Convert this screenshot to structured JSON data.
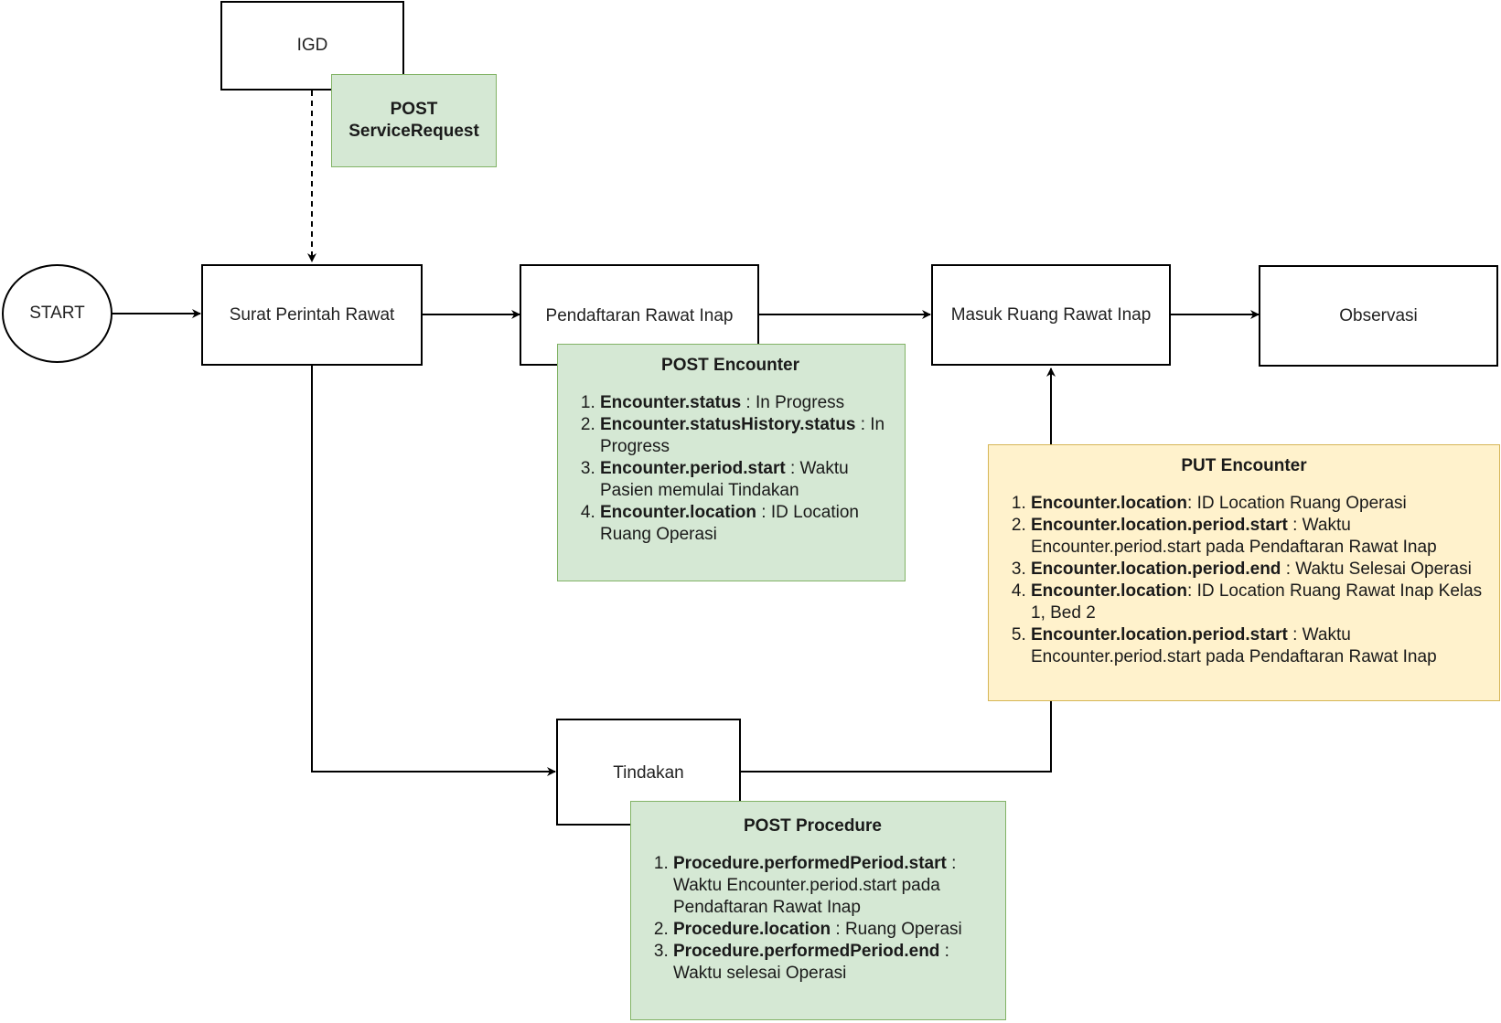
{
  "nodes": {
    "igd": "IGD",
    "start": "START",
    "surat": "Surat Perintah Rawat",
    "pendaftaran": "Pendaftaran Rawat Inap",
    "masuk": "Masuk Ruang Rawat Inap",
    "observasi": "Observasi",
    "tindakan": "Tindakan"
  },
  "notes": {
    "service_request": {
      "title_line1": "POST",
      "title_line2": "ServiceRequest"
    },
    "post_encounter": {
      "title": "POST Encounter",
      "items": [
        {
          "field": "Encounter.status",
          "text": " : In Progress"
        },
        {
          "field": "Encounter.statusHistory.status",
          "text": " : In Progress"
        },
        {
          "field": "Encounter.period.start",
          "text": " : Waktu Pasien memulai Tindakan"
        },
        {
          "field": "Encounter.location",
          "text": " : ID Location Ruang Operasi"
        }
      ]
    },
    "put_encounter": {
      "title": "PUT Encounter",
      "items": [
        {
          "field": "Encounter.location",
          "text": ": ID Location Ruang Operasi"
        },
        {
          "field": "Encounter.location.period.start",
          "text": " : Waktu Encounter.period.start pada Pendaftaran Rawat Inap"
        },
        {
          "field": "Encounter.location.period.end",
          "text": " : Waktu Selesai Operasi"
        },
        {
          "field": "Encounter.location",
          "text": ": ID Location Ruang Rawat Inap Kelas 1, Bed 2"
        },
        {
          "field": "Encounter.location.period.start",
          "text": " : Waktu Encounter.period.start pada Pendaftaran Rawat Inap"
        }
      ]
    },
    "post_procedure": {
      "title": "POST Procedure",
      "items": [
        {
          "field": "Procedure.performedPeriod.start",
          "text": " : Waktu Encounter.period.start pada Pendaftaran Rawat Inap"
        },
        {
          "field": "Procedure.location",
          "text": " : Ruang Operasi"
        },
        {
          "field": "Procedure.performedPeriod.end",
          "text": " : Waktu selesai Operasi"
        }
      ]
    }
  },
  "colors": {
    "green_fill": "#d5e8d4",
    "green_stroke": "#82b366",
    "yellow_fill": "#fff2cc",
    "yellow_stroke": "#d6b656",
    "line": "#000000"
  }
}
